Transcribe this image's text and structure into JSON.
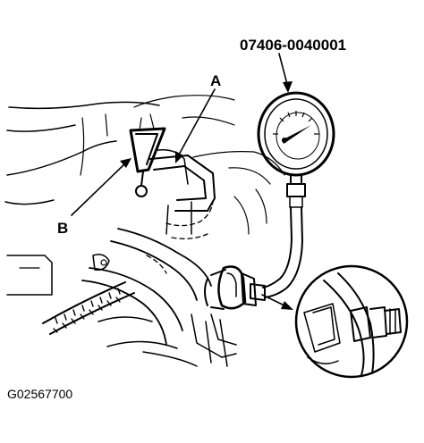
{
  "figure": {
    "part_number": "07406-0040001",
    "callout_a": "A",
    "callout_b": "B",
    "figure_id": "G02567700"
  },
  "colors": {
    "ink": "#000000",
    "paper": "#ffffff"
  }
}
